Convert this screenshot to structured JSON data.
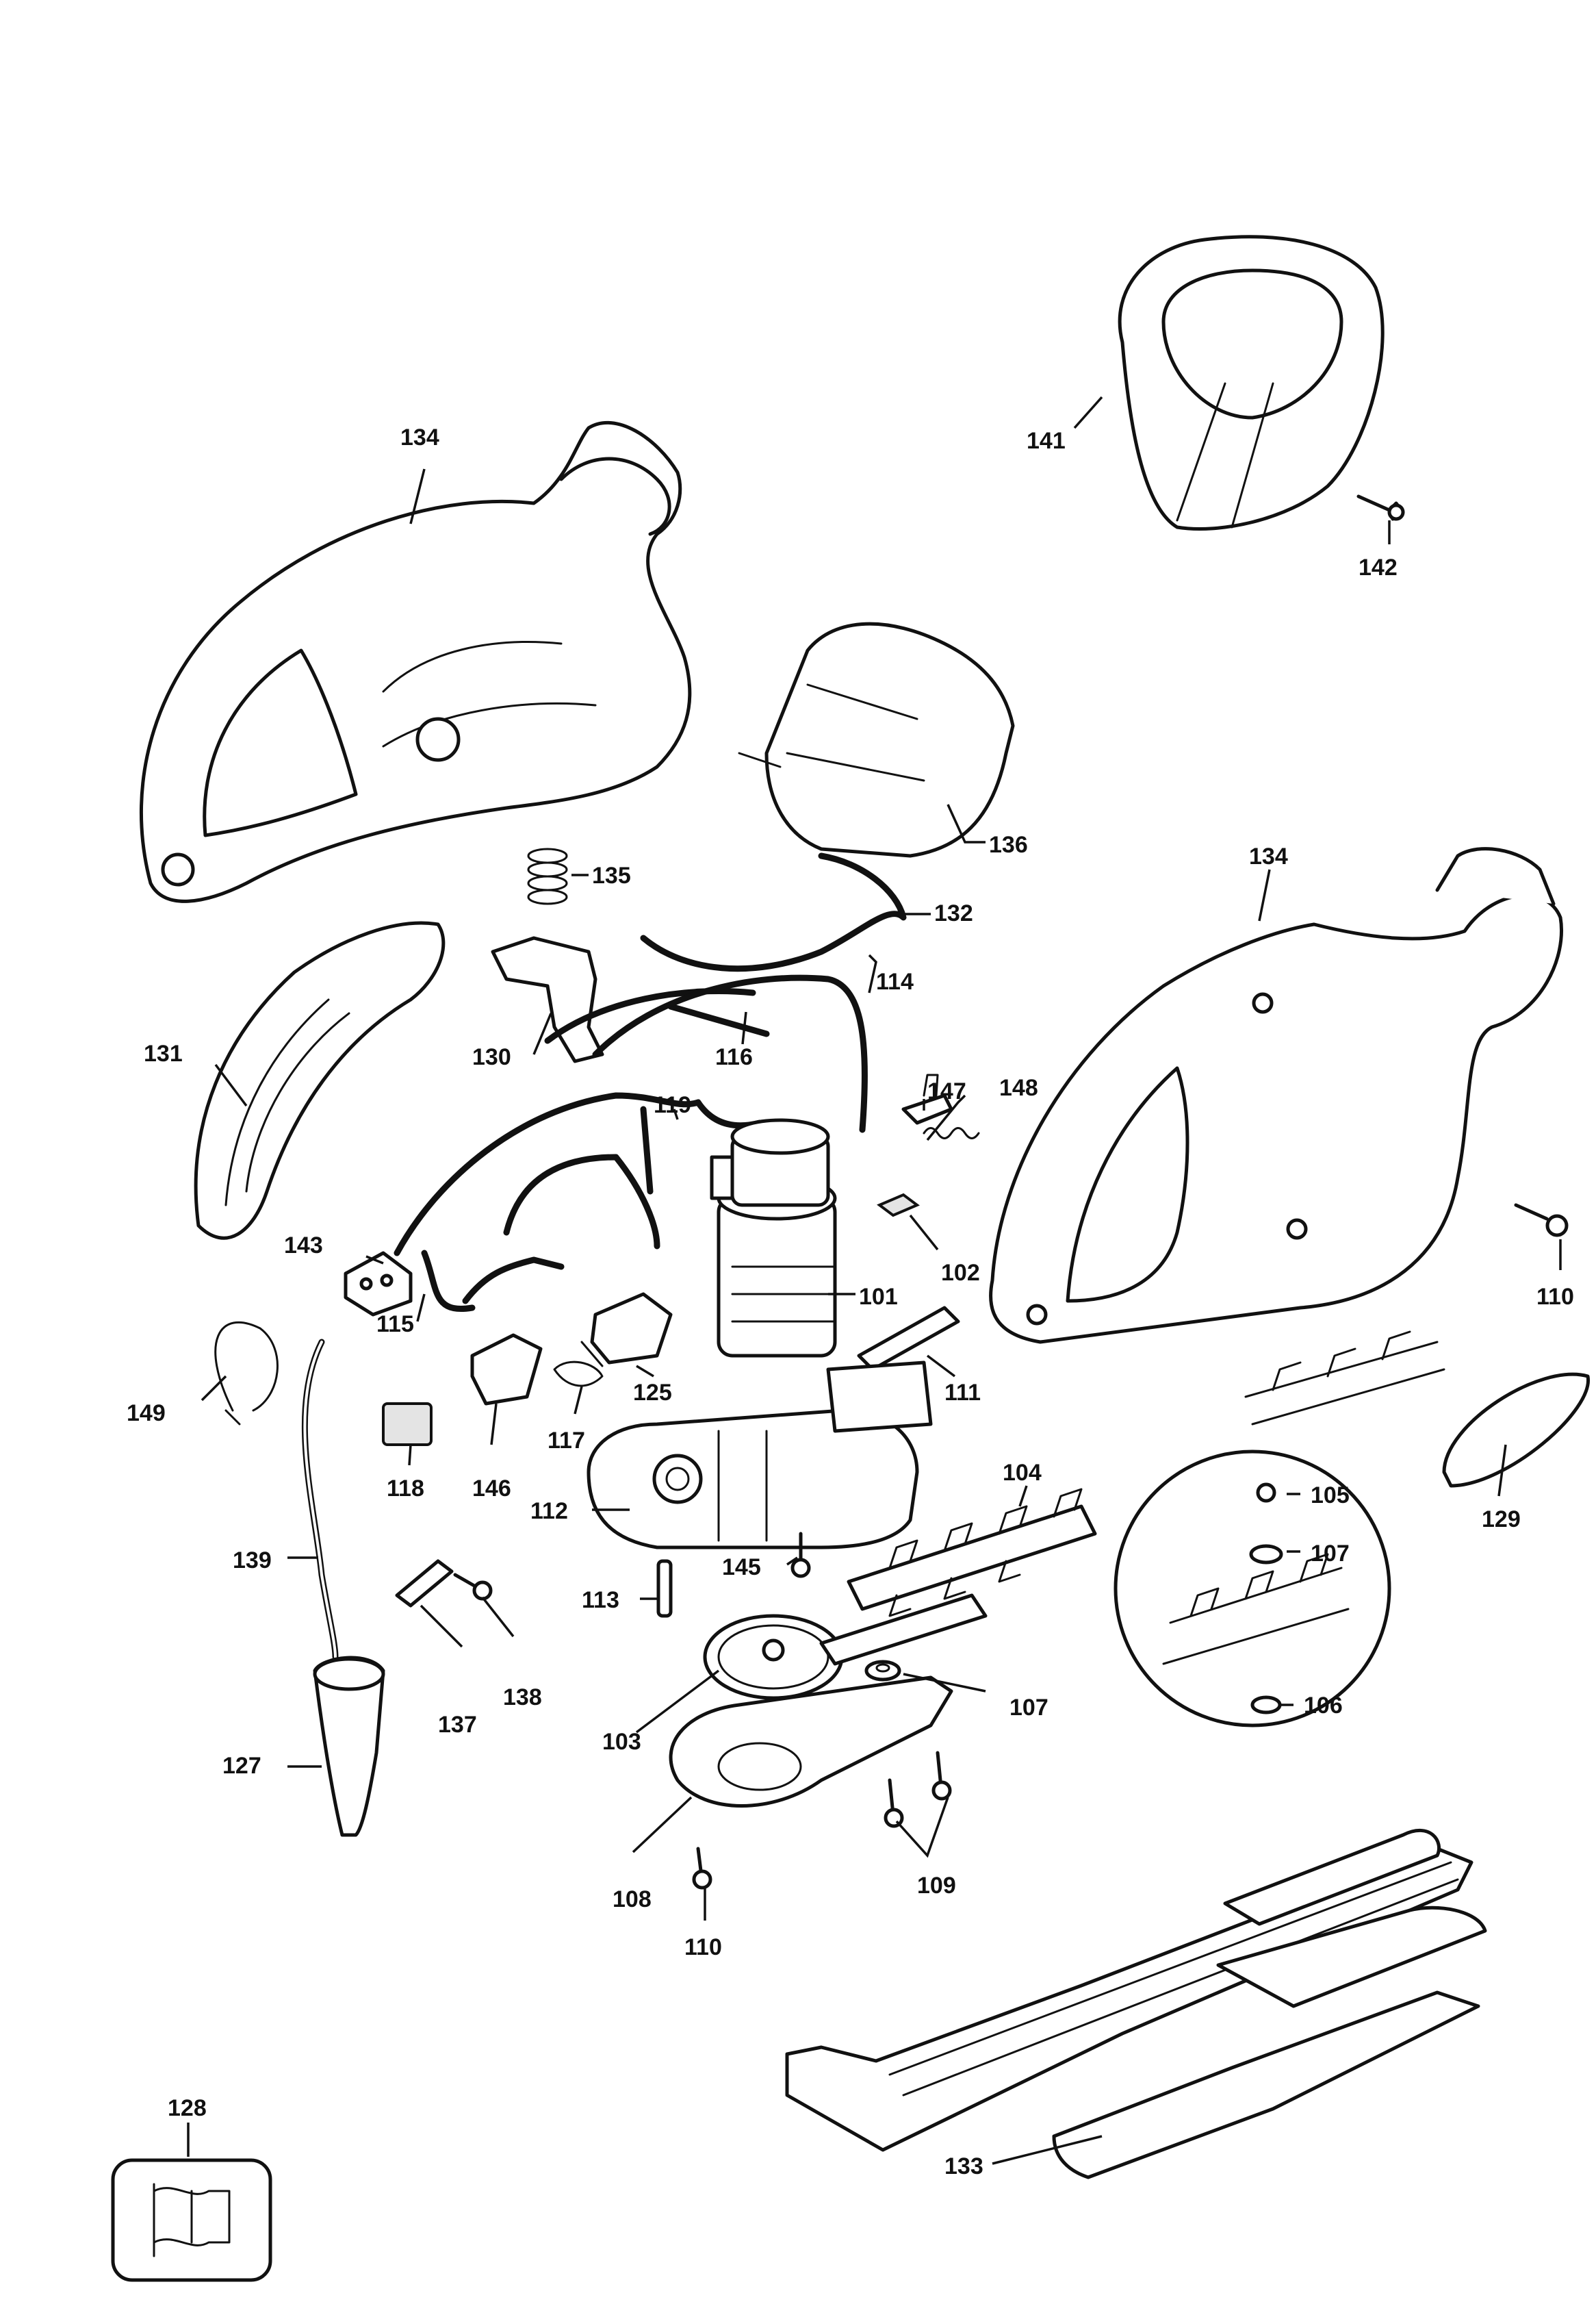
{
  "labels": [
    {
      "id": "134a",
      "text": "134"
    },
    {
      "id": "141",
      "text": "141"
    },
    {
      "id": "142",
      "text": "142"
    },
    {
      "id": "135",
      "text": "135"
    },
    {
      "id": "136",
      "text": "136"
    },
    {
      "id": "132",
      "text": "132"
    },
    {
      "id": "134b",
      "text": "134"
    },
    {
      "id": "114",
      "text": "114"
    },
    {
      "id": "131",
      "text": "131"
    },
    {
      "id": "130",
      "text": "130"
    },
    {
      "id": "116",
      "text": "116"
    },
    {
      "id": "148",
      "text": "148"
    },
    {
      "id": "147",
      "text": "147"
    },
    {
      "id": "119",
      "text": "119"
    },
    {
      "id": "143",
      "text": "143"
    },
    {
      "id": "102",
      "text": "102"
    },
    {
      "id": "110a",
      "text": "110"
    },
    {
      "id": "101",
      "text": "101"
    },
    {
      "id": "115",
      "text": "115"
    },
    {
      "id": "111",
      "text": "111"
    },
    {
      "id": "125",
      "text": "125"
    },
    {
      "id": "149",
      "text": "149"
    },
    {
      "id": "117",
      "text": "117"
    },
    {
      "id": "118",
      "text": "118"
    },
    {
      "id": "146",
      "text": "146"
    },
    {
      "id": "104",
      "text": "104"
    },
    {
      "id": "129",
      "text": "129"
    },
    {
      "id": "112",
      "text": "112"
    },
    {
      "id": "105",
      "text": "105"
    },
    {
      "id": "139",
      "text": "139"
    },
    {
      "id": "145",
      "text": "145"
    },
    {
      "id": "107a",
      "text": "107"
    },
    {
      "id": "113",
      "text": "113"
    },
    {
      "id": "138",
      "text": "138"
    },
    {
      "id": "137",
      "text": "137"
    },
    {
      "id": "107b",
      "text": "107"
    },
    {
      "id": "103",
      "text": "103"
    },
    {
      "id": "106",
      "text": "106"
    },
    {
      "id": "127",
      "text": "127"
    },
    {
      "id": "109",
      "text": "109"
    },
    {
      "id": "108",
      "text": "108"
    },
    {
      "id": "110b",
      "text": "110"
    },
    {
      "id": "128",
      "text": "128"
    },
    {
      "id": "133",
      "text": "133"
    }
  ]
}
